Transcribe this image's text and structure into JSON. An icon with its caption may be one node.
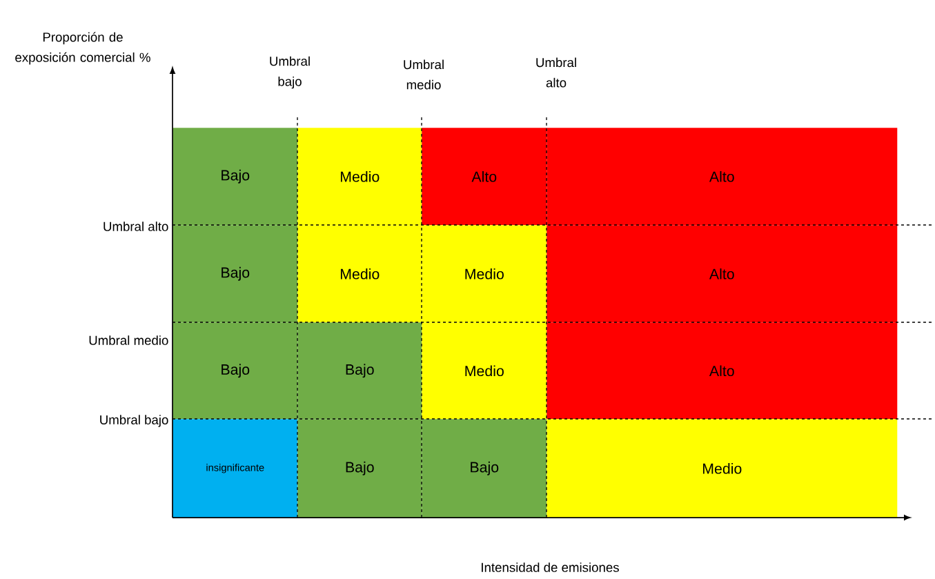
{
  "diagram": {
    "nodes": [
      {
        "text": [
          "Bajo"
        ]
      },
      {
        "text": [
          "Medio"
        ]
      },
      {
        "text": [
          "Alto"
        ]
      },
      {
        "text": [
          "Alto"
        ]
      },
      {
        "text": [
          "Bajo"
        ]
      },
      {
        "text": [
          "Medio"
        ]
      },
      {
        "text": [
          "Medio"
        ]
      },
      {
        "text": [
          "Alto"
        ]
      },
      {
        "text": [
          "Bajo"
        ]
      },
      {
        "text": [
          "Bajo"
        ]
      },
      {
        "text": [
          "Medio"
        ]
      },
      {
        "text": [
          "Alto"
        ]
      },
      {
        "text": [
          "insignificante"
        ]
      },
      {
        "text": [
          "Bajo"
        ]
      },
      {
        "text": [
          "Bajo"
        ]
      },
      {
        "text": [
          "Medio"
        ]
      }
    ],
    "labels": [
      "Proporción de exposición comercial %",
      "Umbral bajo",
      "Umbral medio",
      "Umbral alto",
      "Umbral alto",
      "Umbral medio",
      "Umbral bajo",
      "Intensidad de emisiones"
    ]
  }
}
